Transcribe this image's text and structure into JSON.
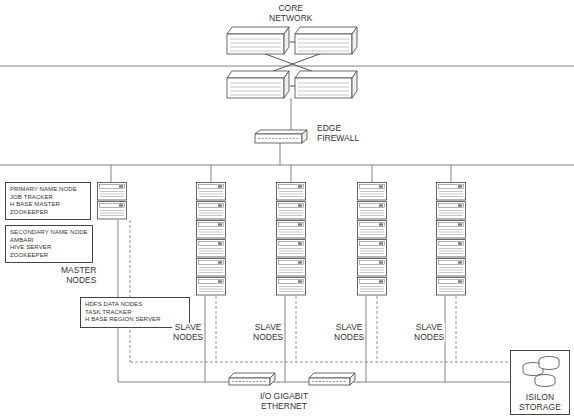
{
  "diagram": {
    "nodes": [
      {
        "text": [
          "PRIMARY NAME NODE",
          "JOB TRACKER",
          "H BASE MASTER",
          "ZOOKEEPER"
        ]
      },
      {
        "text": [
          "SECONDARY NAME NODE",
          "AMBARI",
          "HIVE SERVER",
          "ZOOKEEPER"
        ]
      },
      {
        "text": [
          "HDFS DATA NODES",
          "TASK TRACKER",
          "H BASE REGION SERVER"
        ]
      },
      {
        "text": [
          "ISILON STORAGE"
        ]
      }
    ],
    "labels": [
      "CORE NETWORK",
      "EDGE FIREWALL",
      "MASTER NODES",
      "SLAVE NODES",
      "SLAVE NODES",
      "SLAVE NODES",
      "SLAVE NODES",
      "I/O GIGABIT ETHERNET"
    ]
  }
}
